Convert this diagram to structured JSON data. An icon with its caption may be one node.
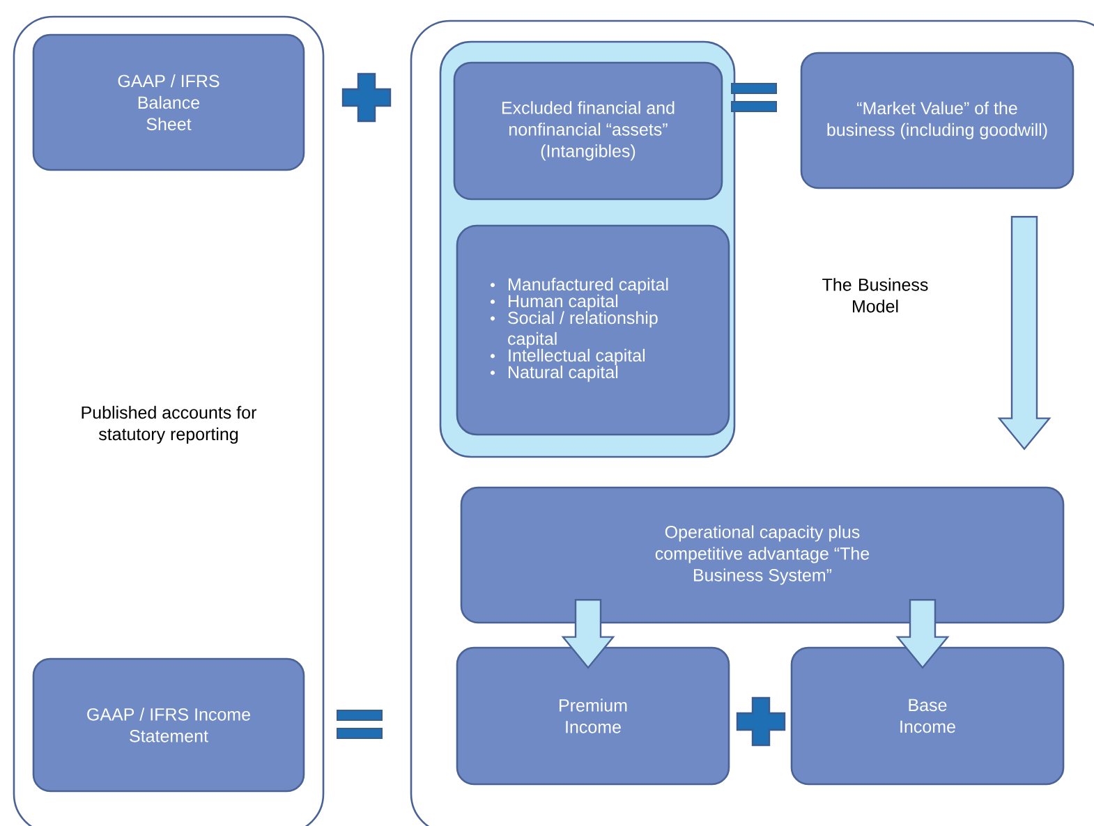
{
  "diagram": {
    "nodes": [
      {
        "text": [
          "Published accounts for statutory reporting"
        ]
      },
      {
        "text": [
          "GAAP / IFRS Balance Sheet"
        ],
        "in": 0
      },
      {
        "text": [
          "GAAP / IFRS Income Statement"
        ],
        "in": 0
      },
      {
        "text": [
          "The Business Model"
        ]
      },
      {
        "text": [],
        "shape": "box",
        "in": 3
      },
      {
        "text": [
          "Excluded financial and nonfinancial “assets” (Intangibles)"
        ],
        "in": 4
      },
      {
        "text": [
          "Manufactured capital",
          "Human capital",
          "Social / relationship capital",
          "Intellectual capital",
          "Natural capital"
        ],
        "in": 4
      },
      {
        "text": [
          "“Market Value” of the business (including goodwill)"
        ],
        "in": 3
      },
      {
        "text": [
          "Operational capacity plus competitive advantage “The Business System”"
        ],
        "in": 3
      },
      {
        "text": [
          "Premium Income"
        ],
        "in": 3
      },
      {
        "text": [
          "Base Income"
        ],
        "in": 3
      }
    ],
    "edges": [
      {
        "from": 7,
        "to": 8,
        "arrow": "to"
      },
      {
        "from": 8,
        "to": 9,
        "arrow": "to"
      },
      {
        "from": 8,
        "to": 10,
        "arrow": "to"
      }
    ]
  }
}
